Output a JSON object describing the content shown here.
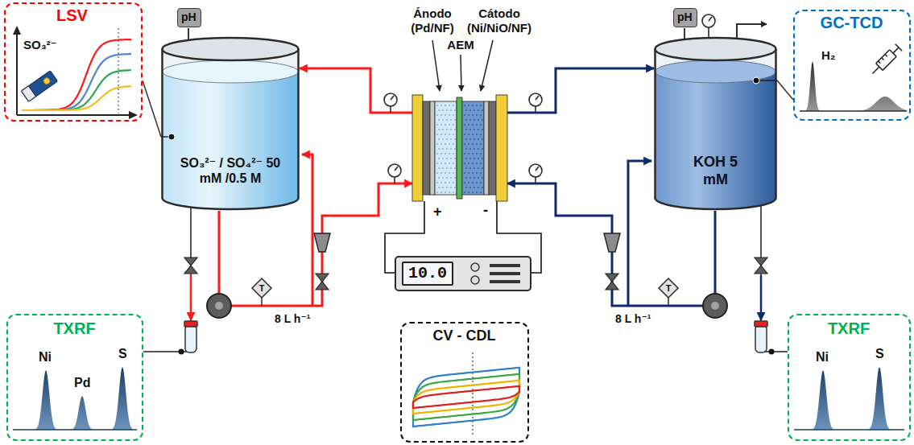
{
  "diagram": {
    "nodes": [
      {
        "text": [
          "LSV",
          "SO₃²⁻"
        ]
      },
      {
        "text": [
          "pH"
        ]
      },
      {
        "text": [
          "SO₃²⁻ / SO₄²⁻ 50 mM /0.5 M"
        ]
      },
      {
        "text": [
          "Ánodo (Pd/NF)",
          "AEM",
          "Cátodo (Ni/NiO/NF)"
        ]
      },
      {
        "text": [
          "pH"
        ]
      },
      {
        "text": [
          "KOH 5 mM"
        ]
      },
      {
        "text": [
          "GC-TCD",
          "H₂"
        ]
      },
      {
        "text": [
          "10.0"
        ]
      },
      {
        "text": [
          "TXRF",
          "Ni",
          "Pd",
          "S"
        ]
      },
      {
        "text": [
          "CV - CDL"
        ]
      },
      {
        "text": [
          "TXRF",
          "Ni",
          "S"
        ]
      }
    ],
    "edges": [
      {
        "from": 0,
        "to": 2,
        "arrow": "none"
      },
      {
        "from": 3,
        "to": 2,
        "arrow": "to"
      },
      {
        "from": 2,
        "to": 3,
        "arrow": "to"
      },
      {
        "from": 3,
        "to": 5,
        "arrow": "to"
      },
      {
        "from": 5,
        "to": 3,
        "arrow": "to"
      },
      {
        "from": 3,
        "to": 7,
        "arrow": "none"
      },
      {
        "from": 3,
        "to": 7,
        "arrow": "none"
      },
      {
        "from": 5,
        "to": 6,
        "arrow": "none"
      },
      {
        "from": 2,
        "to": 8,
        "arrow": "none"
      },
      {
        "from": 5,
        "to": 10,
        "arrow": "none"
      }
    ],
    "labels": [
      "+",
      "-",
      "8 L h⁻¹",
      "8 L h⁻¹",
      "T",
      "T"
    ]
  }
}
